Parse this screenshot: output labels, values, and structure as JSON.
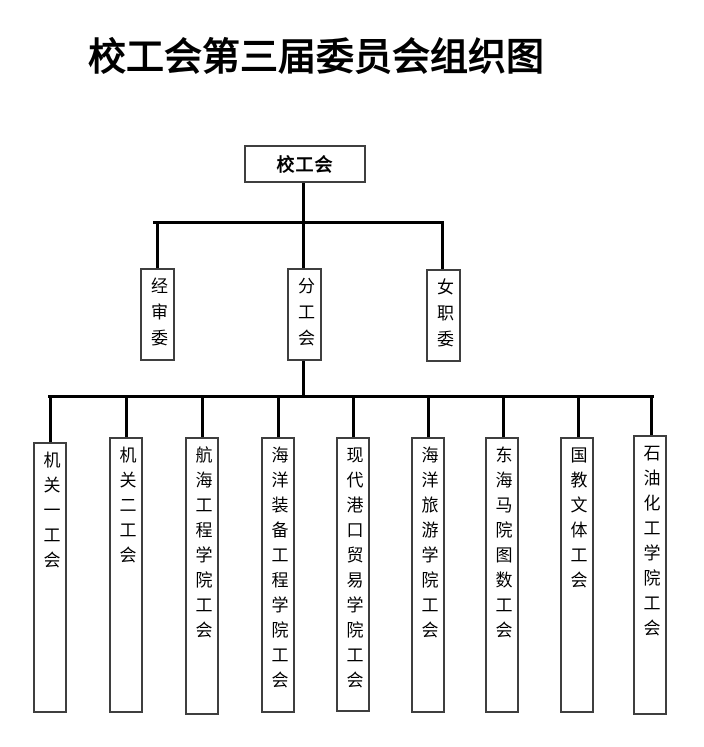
{
  "title": "校工会第三届委员会组织图",
  "org": {
    "root": {
      "label": "校工会"
    },
    "level2": [
      {
        "label": "经审委"
      },
      {
        "label": "分工会"
      },
      {
        "label": "女职委"
      }
    ],
    "level3": [
      {
        "label": "机关一工会"
      },
      {
        "label": "机关二工会"
      },
      {
        "label": "航海工程学院工会"
      },
      {
        "label": "海洋装备工程学院工会"
      },
      {
        "label": "现代港口贸易学院工会"
      },
      {
        "label": "海洋旅游学院工会"
      },
      {
        "label": "东海马院图数工会"
      },
      {
        "label": "国教文体工会"
      },
      {
        "label": "石油化工学院工会"
      }
    ]
  },
  "colors": {
    "line": "#000000",
    "box_border": "#3f3f3f",
    "text": "#000000",
    "background": "#ffffff"
  }
}
